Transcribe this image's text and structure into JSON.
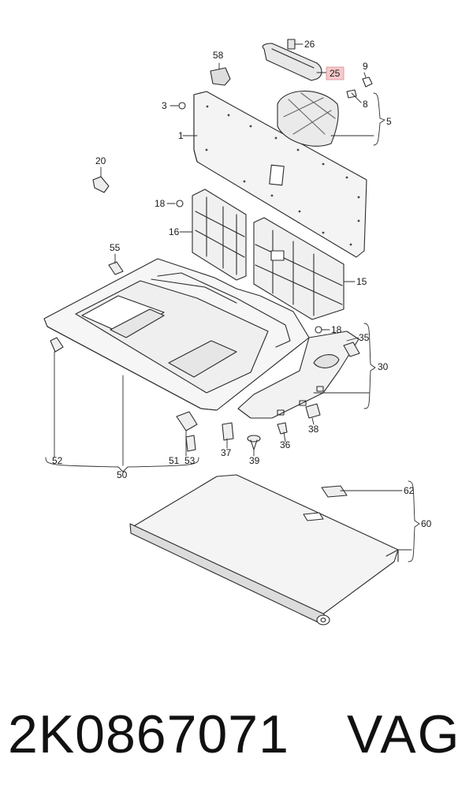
{
  "diagram": {
    "callouts": {
      "c1": "1",
      "c3": "3",
      "c5": "5",
      "c8": "8",
      "c9": "9",
      "c15": "15",
      "c16": "16",
      "c18a": "18",
      "c18b": "18",
      "c20": "20",
      "c25": "25",
      "c26": "26",
      "c30": "30",
      "c35": "35",
      "c36": "36",
      "c37": "37",
      "c38": "38",
      "c39": "39",
      "c50": "50",
      "c51": "51",
      "c52": "52",
      "c53": "53",
      "c55": "55",
      "c58": "58",
      "c60": "60",
      "c62": "62"
    },
    "highlight_color": "#f7c9cc",
    "line_color": "#2b2b2b"
  },
  "footer": {
    "part_number": "2K0867071",
    "brand": "VAG"
  }
}
